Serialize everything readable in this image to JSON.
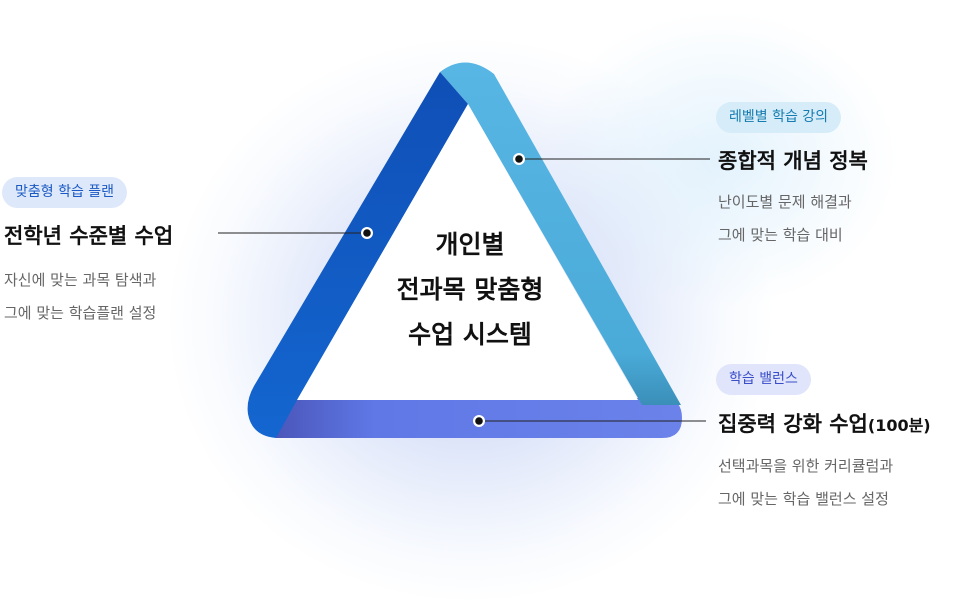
{
  "center": {
    "line1": "개인별",
    "line2": "전과목 맞춤형",
    "line3": "수업 시스템"
  },
  "left": {
    "badge": "맞춤형 학습 플랜",
    "title": "전학년 수준별 수업",
    "desc1": "자신에 맞는 과목 탐색과",
    "desc2": "그에 맞는 학습플랜 설정"
  },
  "top_right": {
    "badge": "레벨별 학습 강의",
    "title": "종합적 개념 정복",
    "desc1": "난이도별 문제 해결과",
    "desc2": "그에 맞는 학습 대비"
  },
  "bottom_right": {
    "badge": "학습 밸런스",
    "title": "집중력 강화 수업",
    "title_suffix": "(100분)",
    "desc1": "선택과목을 위한 커리큘럼과",
    "desc2": "그에 맞는 학습 밸런스 설정"
  },
  "colors": {
    "left_side": "#1560c8",
    "right_side": "#4fb1e0",
    "bottom_side": "#5f78e6",
    "leader_line": "#222222"
  }
}
